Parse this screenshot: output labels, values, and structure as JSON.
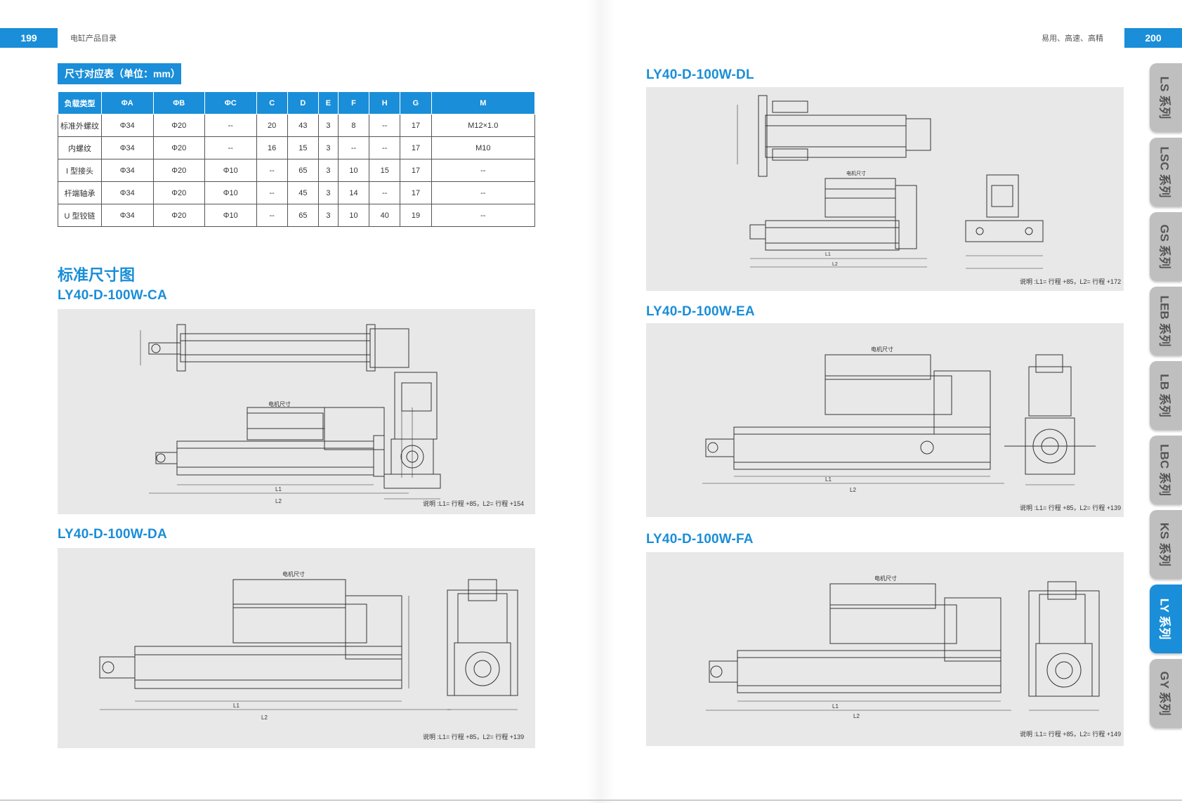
{
  "header": {
    "left_page": "199",
    "left_title": "电缸产品目录",
    "right_title": "易用、高速、高精",
    "right_page": "200"
  },
  "table_tag": "尺寸对应表（单位：mm）",
  "table": {
    "headers": [
      "负载类型",
      "ΦA",
      "ΦB",
      "ΦC",
      "C",
      "D",
      "E",
      "F",
      "H",
      "G",
      "M"
    ],
    "rows": [
      [
        "标准外螺纹",
        "Φ34",
        "Φ20",
        "--",
        "20",
        "43",
        "3",
        "8",
        "--",
        "17",
        "M12×1.0"
      ],
      [
        "内螺纹",
        "Φ34",
        "Φ20",
        "--",
        "16",
        "15",
        "3",
        "--",
        "--",
        "17",
        "M10"
      ],
      [
        "I 型接头",
        "Φ34",
        "Φ20",
        "Φ10",
        "--",
        "65",
        "3",
        "10",
        "15",
        "17",
        "--"
      ],
      [
        "杆端轴承",
        "Φ34",
        "Φ20",
        "Φ10",
        "--",
        "45",
        "3",
        "14",
        "--",
        "17",
        "--"
      ],
      [
        "U 型铰链",
        "Φ34",
        "Φ20",
        "Φ10",
        "--",
        "65",
        "3",
        "10",
        "40",
        "19",
        "--"
      ]
    ]
  },
  "section_title": "标准尺寸图",
  "models": {
    "ca": {
      "title": "LY40-D-100W-CA",
      "note": "说明 :L1= 行程 +85，L2= 行程 +154"
    },
    "da": {
      "title": "LY40-D-100W-DA",
      "note": "说明 :L1= 行程 +85，L2= 行程 +139"
    },
    "dl": {
      "title": "LY40-D-100W-DL",
      "note": "说明 :L1= 行程 +85，L2= 行程 +172"
    },
    "ea": {
      "title": "LY40-D-100W-EA",
      "note": "说明 :L1= 行程 +85，L2= 行程 +139"
    },
    "fa": {
      "title": "LY40-D-100W-FA",
      "note": "说明 :L1= 行程 +85，L2= 行程 +149"
    }
  },
  "drawing_labels": {
    "motor_size": "电机尺寸",
    "l1": "L1",
    "l2": "L2"
  },
  "side_tabs": [
    "LS 系列",
    "LSC 系列",
    "GS 系列",
    "LEB 系列",
    "LB 系列",
    "LBC 系列",
    "KS 系列",
    "LY 系列",
    "GY 系列"
  ],
  "active_tab": "LY 系列",
  "colors": {
    "accent": "#1a8ed8",
    "tab_inactive": "#bfbfbf",
    "panel_bg": "#e8e8e8"
  }
}
